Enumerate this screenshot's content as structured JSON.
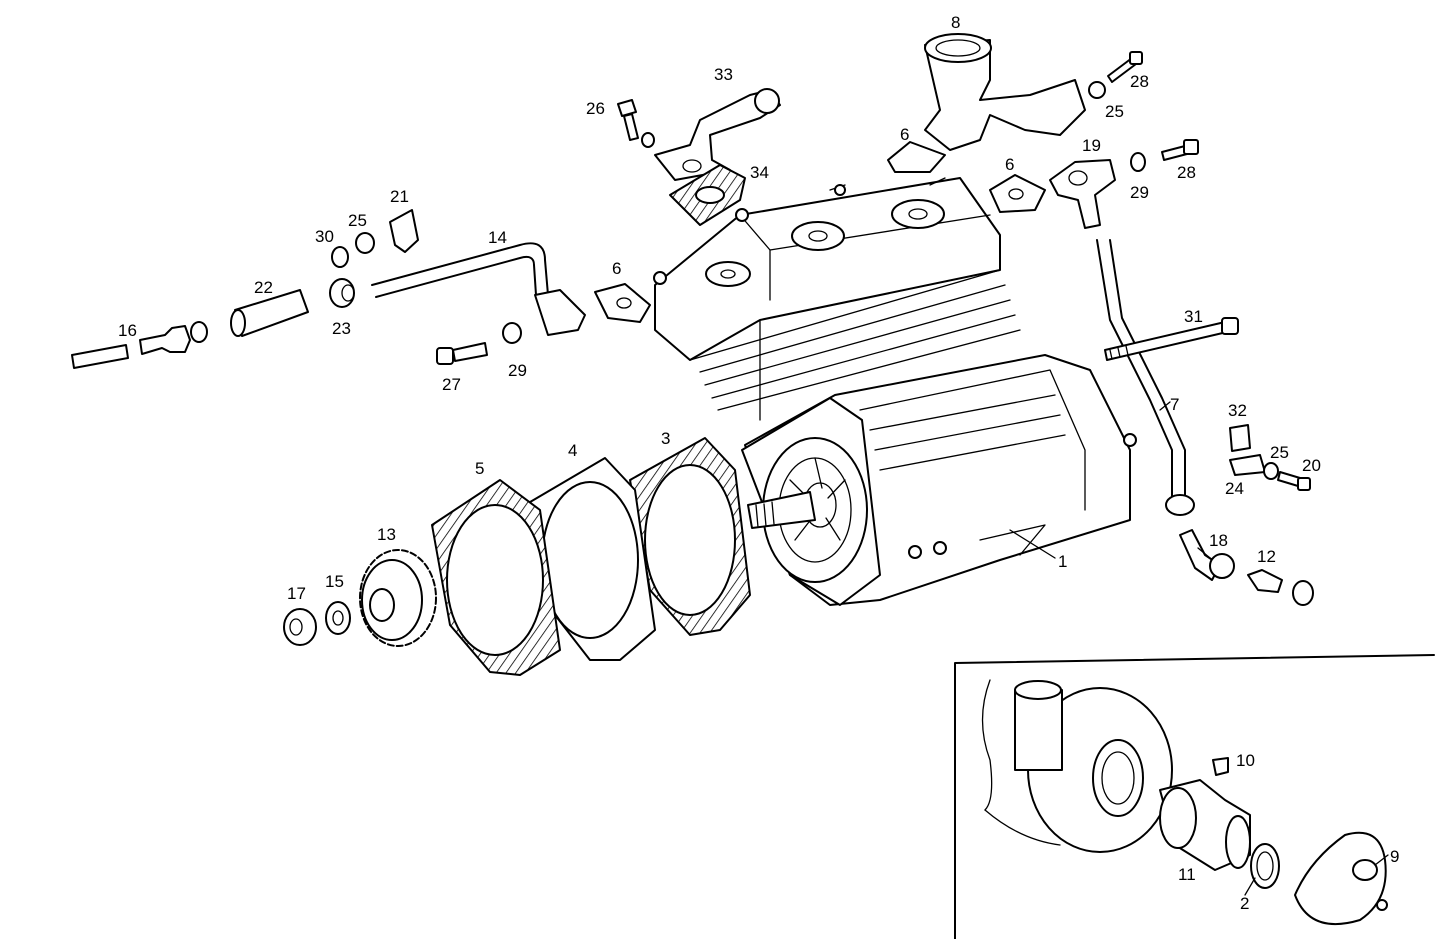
{
  "callouts": [
    "1",
    "2",
    "3",
    "4",
    "5",
    "6",
    "6",
    "6",
    "7",
    "8",
    "9",
    "10",
    "11",
    "12",
    "13",
    "14",
    "15",
    "16",
    "17",
    "18",
    "19",
    "20",
    "21",
    "22",
    "23",
    "24",
    "25",
    "25",
    "25",
    "26",
    "27",
    "28",
    "28",
    "29",
    "29",
    "30",
    "31",
    "32",
    "33",
    "34"
  ]
}
